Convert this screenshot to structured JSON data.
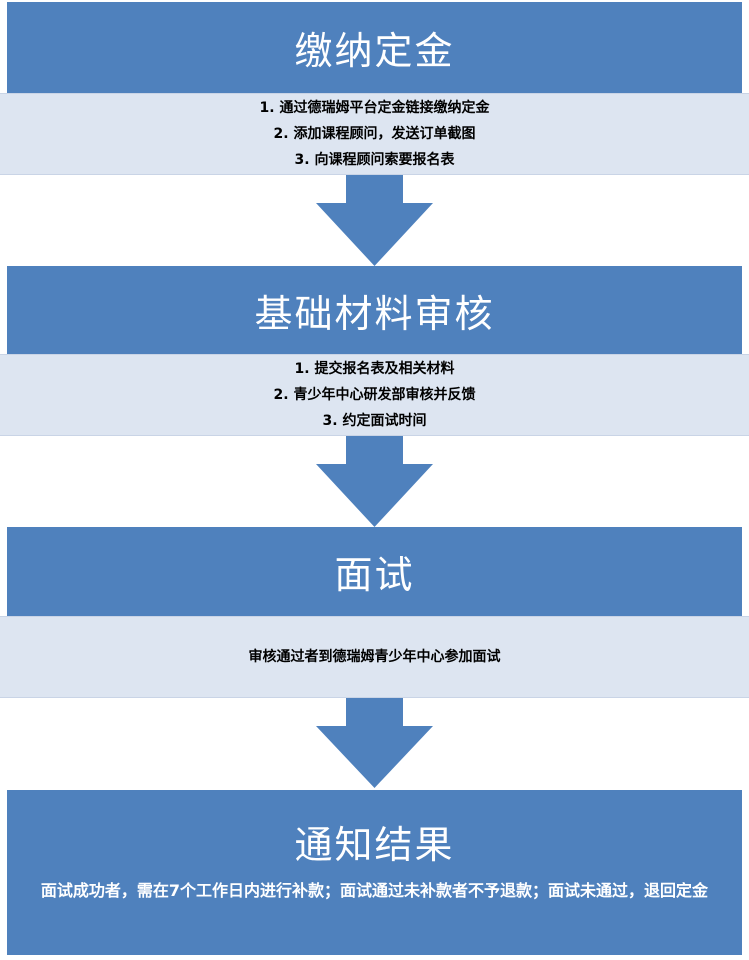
{
  "colors": {
    "header_fill": "#4f81bd",
    "detail_fill": "#dde5f1",
    "arrow_fill": "#4f81bd"
  },
  "steps": [
    {
      "title": "缴纳定金",
      "details": [
        "1. 通过德瑞姆平台定金链接缴纳定金",
        "2. 添加课程顾问，发送订单截图",
        "3. 向课程顾问索要报名表"
      ]
    },
    {
      "title": "基础材料审核",
      "details": [
        "1. 提交报名表及相关材料",
        "2. 青少年中心研发部审核并反馈",
        "3. 约定面试时间"
      ]
    },
    {
      "title": "面试",
      "details": [
        "审核通过者到德瑞姆青少年中心参加面试"
      ]
    },
    {
      "title": "通知结果",
      "details": [
        "面试成功者，需在7个工作日内进行补款；面试通过未补款者不予退款；面试未通过，退回定金"
      ]
    }
  ]
}
